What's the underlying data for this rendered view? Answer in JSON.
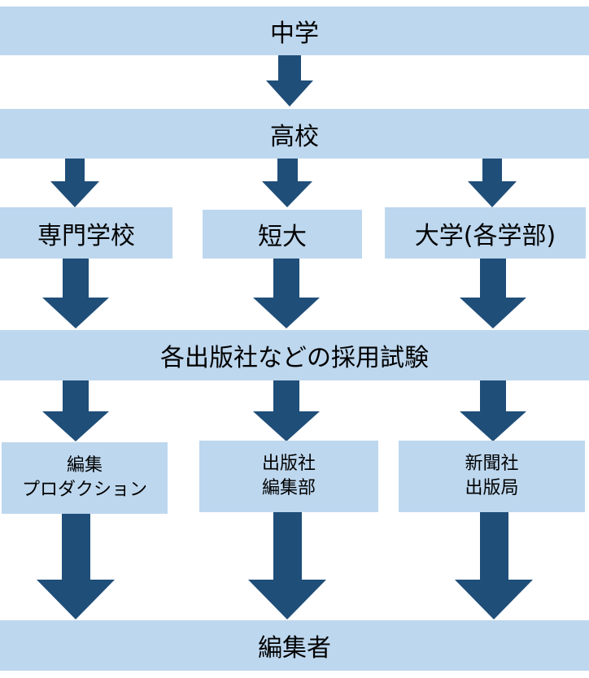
{
  "top": "中学",
  "high_school": "高校",
  "schools": [
    "専門学校",
    "短大",
    "大学(各学部)"
  ],
  "exam": "各出版社などの採用試験",
  "destinations": [
    {
      "line1": "編集",
      "line2": "プロダクション"
    },
    {
      "line1": "出版社",
      "line2": "編集部"
    },
    {
      "line1": "新聞社",
      "line2": "出版局"
    }
  ],
  "result": "編集者",
  "colors": {
    "box": "#bdd7ee",
    "arrow": "#1f4e79"
  }
}
